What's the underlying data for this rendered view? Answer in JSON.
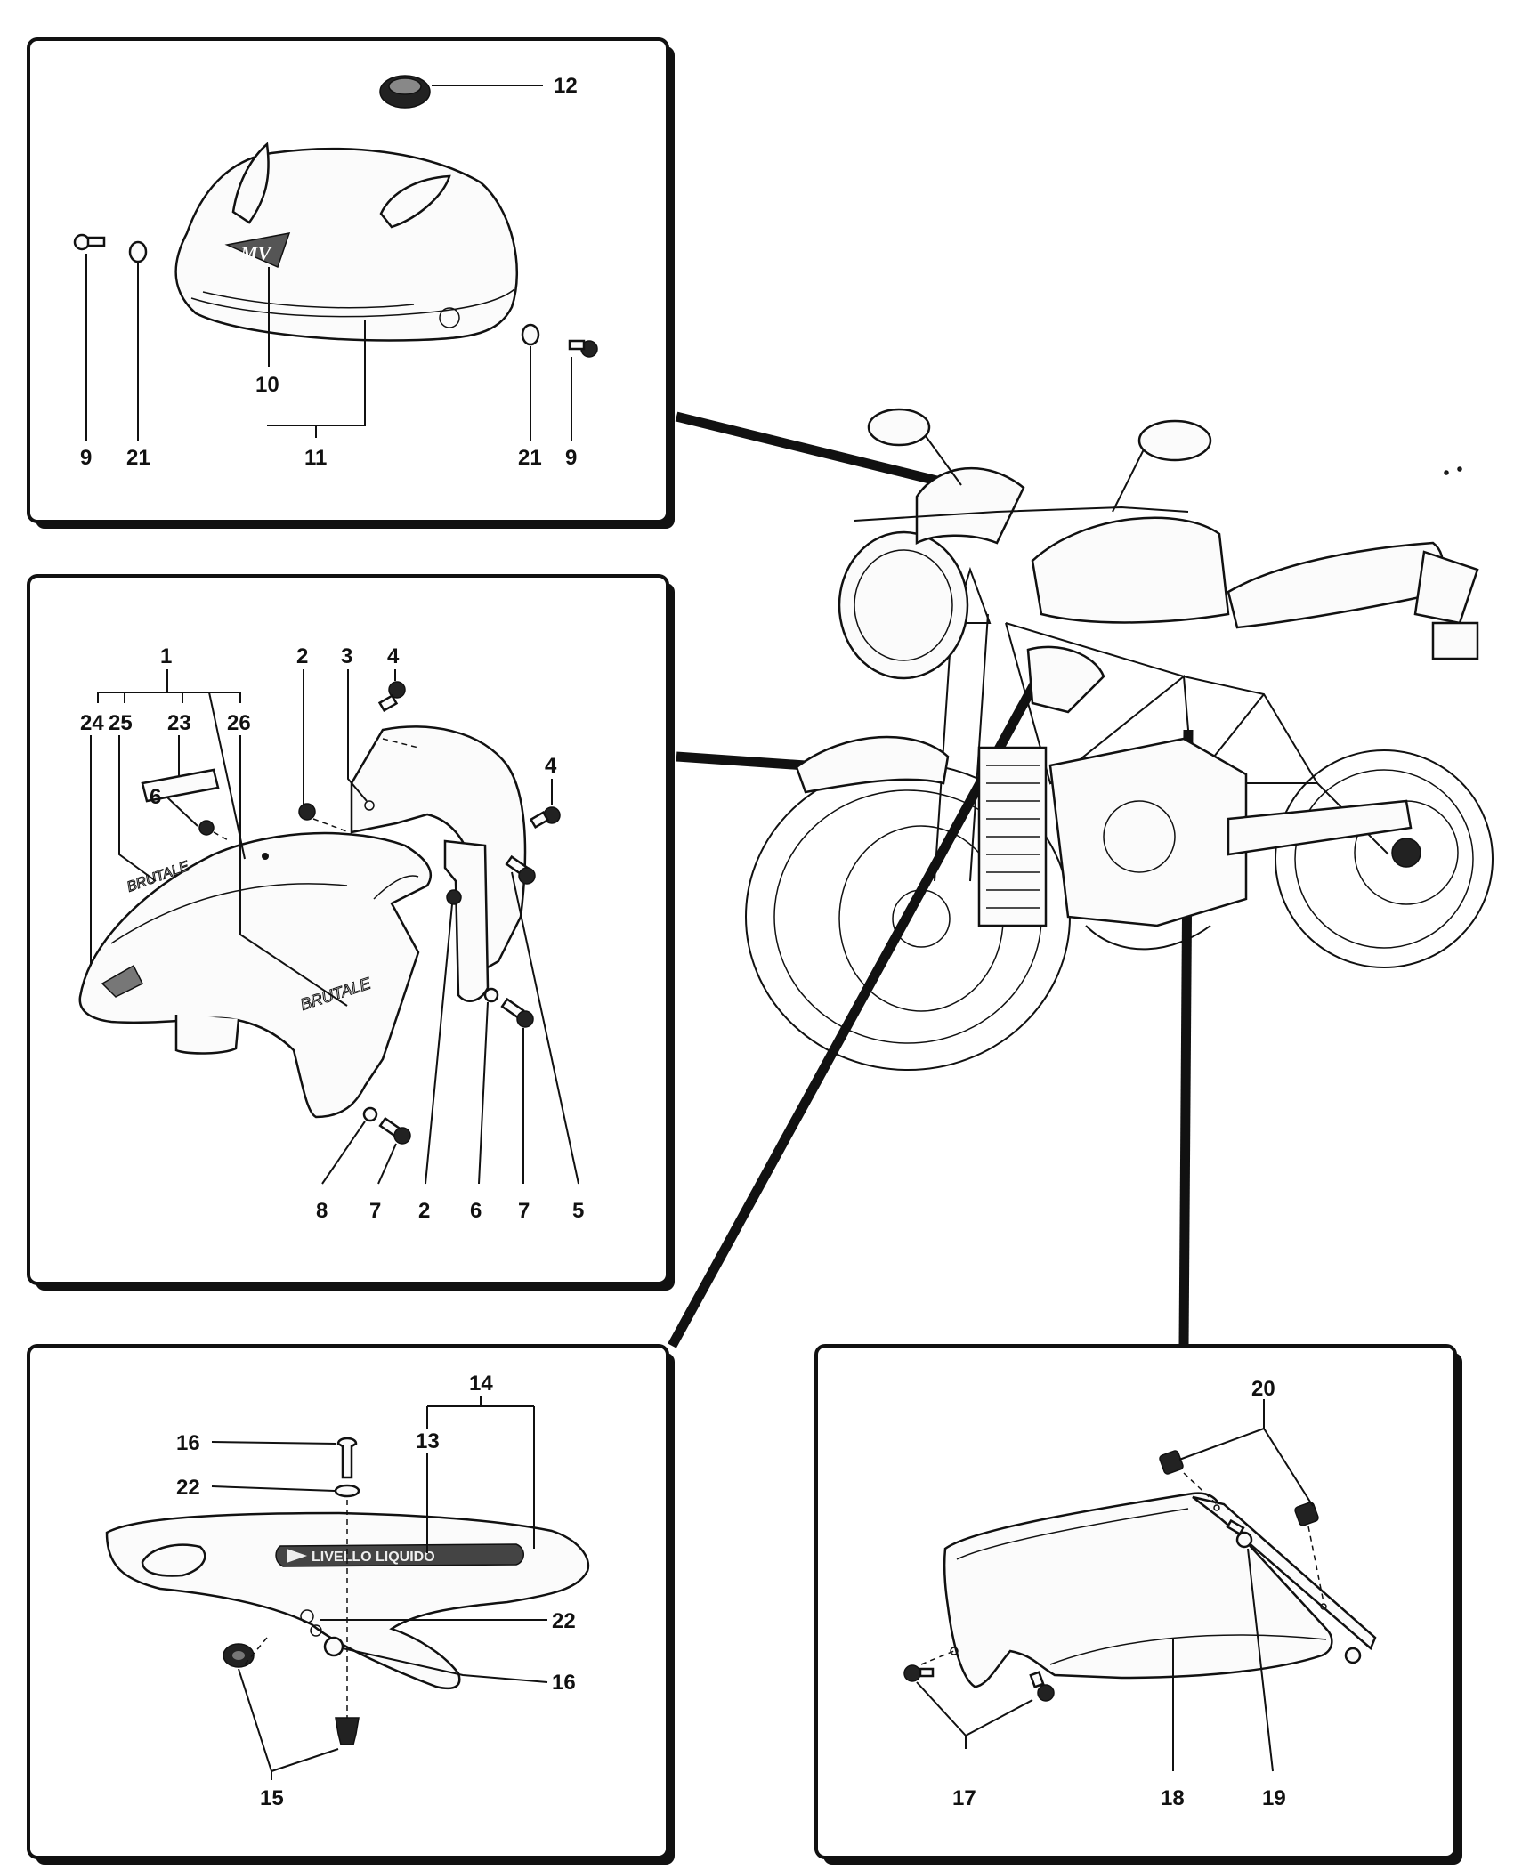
{
  "diagram": {
    "panels": [
      {
        "id": "headlight-fairing",
        "callouts": [
          "12",
          "9",
          "21",
          "10",
          "11",
          "21",
          "9"
        ]
      },
      {
        "id": "front-mudguard",
        "callouts": [
          "1",
          "2",
          "3",
          "4",
          "24",
          "25",
          "23",
          "26",
          "4",
          "6",
          "8",
          "7",
          "2",
          "6",
          "7",
          "5"
        ]
      },
      {
        "id": "side-cover",
        "callouts": [
          "14",
          "16",
          "13",
          "22",
          "22",
          "16",
          "15"
        ]
      },
      {
        "id": "radiator-cover",
        "callouts": [
          "20",
          "17",
          "18",
          "19"
        ]
      }
    ],
    "decals": {
      "brutale": "BRUTALE",
      "livello_liquido": "LIVELLO LIQUIDO",
      "logo": "MV"
    }
  }
}
